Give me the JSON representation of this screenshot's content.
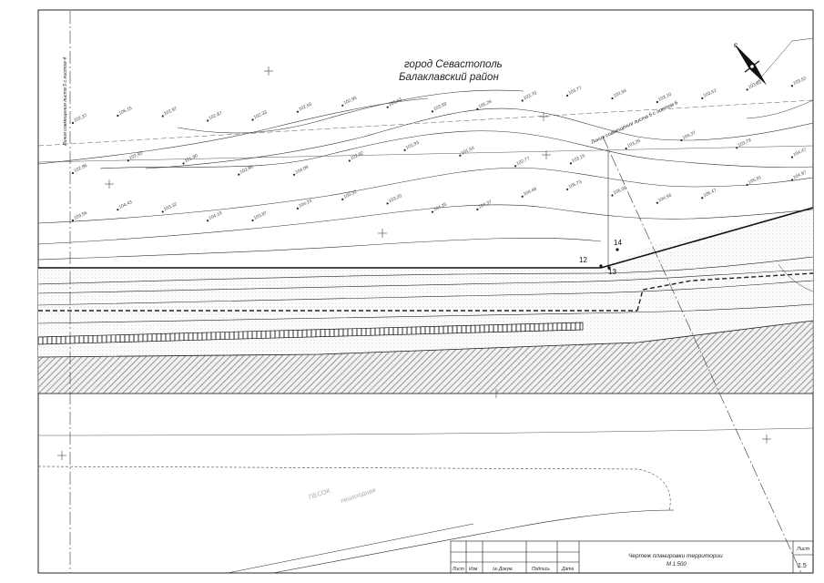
{
  "title_lines": [
    "город Севастополь",
    "Балаклавский район"
  ],
  "match_line_left": "Линия совмещения листа 5 с листом 4",
  "match_line_right": "Линия совмещения листа 5 с листом 6",
  "point_labels": [
    "12",
    "13",
    "14"
  ],
  "north_letter": "С",
  "elevations_top": [
    "102,37",
    "106,15",
    "102,97",
    "102,87",
    "102,33",
    "102,55",
    "102,95",
    "103,63",
    "103,59",
    "105,26",
    "103,70",
    "103,77",
    "102,94",
    "103,10",
    "103,52",
    "103,83",
    "103,52"
  ],
  "elevations_mid": [
    "102,86",
    "102,93",
    "101,90",
    "103,95",
    "104,09",
    "102,82",
    "101,93",
    "101,54",
    "102,77",
    "103,16",
    "103,25",
    "104,37",
    "103,79",
    "104,47"
  ],
  "elevations_low": [
    "103,56",
    "104,43",
    "103,32",
    "104,18",
    "103,87",
    "104,24",
    "103,32",
    "103,20",
    "104,25",
    "104,37",
    "104,69",
    "105,73",
    "106,00",
    "104,56",
    "106,47",
    "105,91",
    "104,97"
  ],
  "faint_labels": [
    "ПЕСОК",
    "пешеходная"
  ],
  "title_block": {
    "headers": [
      "Лист",
      "Изм",
      "№ Докум.",
      "Подпись",
      "Дата"
    ],
    "drawing_title": "Чертеж планировки территории",
    "scale": "М 1:500",
    "sheet_header": "Лист",
    "sheet_number": "1.5"
  },
  "colors": {
    "ink": "#111111",
    "hatch": "#8a8a8a",
    "grid": "#555555"
  }
}
